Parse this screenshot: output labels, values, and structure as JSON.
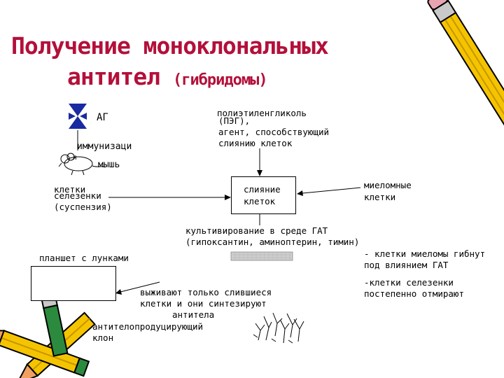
{
  "title": {
    "line1": "Получение моноклональных",
    "line2": "антител",
    "line2_paren": "(гибридомы)"
  },
  "labels": {
    "ag": "АГ",
    "immunization": "иммунизаци",
    "immunization_end": "я",
    "mouse": "мышь",
    "spleen_cells_1": "клетки",
    "spleen_cells_2": "селезенки",
    "spleen_cells_3": "(суспензия)",
    "peg_1": "полиэтиленгликоль",
    "peg_2": "(ПЭГ),",
    "peg_3": "агент, способствующий",
    "peg_4": "слиянию клеток",
    "fusion_1": "слияние",
    "fusion_2": "клеток",
    "myeloma_1": "миеломные",
    "myeloma_2": "клетки",
    "culture_1": "культивирование в среде ГАТ",
    "culture_2": "(гипоксантин, аминоптерин, тимин)",
    "plate": "планшет с лунками",
    "note1_1": "- клетки миеломы гибнут",
    "note1_2": "под влиянием ГАТ",
    "note2_1": "-клетки селезенки",
    "note2_2": "постепенно отмирают",
    "survive_1": "выживают только слившиеся",
    "survive_2": "клетки и они синтезируют",
    "survive_3": "антитела",
    "clone_1": "антителопродуцирующий",
    "clone_2": "клон"
  },
  "colors": {
    "title": "#b3103a",
    "pencil_yellow": "#f5c400",
    "pencil_tip": "#f0a060",
    "line": "#000000"
  }
}
